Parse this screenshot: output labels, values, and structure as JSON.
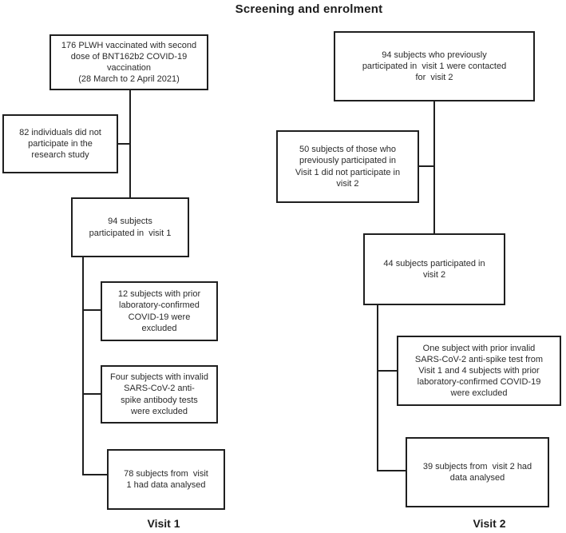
{
  "page": {
    "title": "Screening and enrolment"
  },
  "flowchart": {
    "visit1": {
      "label": "Visit 1",
      "boxes": {
        "vaccinated": "176 PLWH vaccinated with second\ndose of BNT162b2 COVID-19\nvaccination\n(28 March to 2 April 2021)",
        "did_not_participate": "82 individuals did not\nparticipate in the\nresearch study",
        "participated": "94 subjects\nparticipated in  visit 1",
        "excluded_prior_covid": "12 subjects with prior\nlaboratory-confirmed\nCOVID-19 were\nexcluded",
        "excluded_invalid_tests": "Four subjects with invalid\nSARS-CoV-2 anti-\nspike antibody tests\nwere excluded",
        "data_analysed": "78 subjects from  visit\n1 had data analysed"
      }
    },
    "visit2": {
      "label": "Visit 2",
      "boxes": {
        "contacted": "94 subjects who previously\nparticipated in  visit 1 were contacted\nfor  visit 2",
        "did_not_participate": "50 subjects of those who\npreviously participated in\nVisit 1 did not participate in\nvisit 2",
        "participated": "44 subjects participated in\nvisit 2",
        "excluded": "One subject with prior invalid\nSARS-CoV-2 anti-spike test from\nVisit 1 and 4 subjects with prior\nlaboratory-confirmed COVID-19\nwere excluded",
        "data_analysed": "39 subjects from  visit 2 had\ndata analysed"
      }
    }
  }
}
